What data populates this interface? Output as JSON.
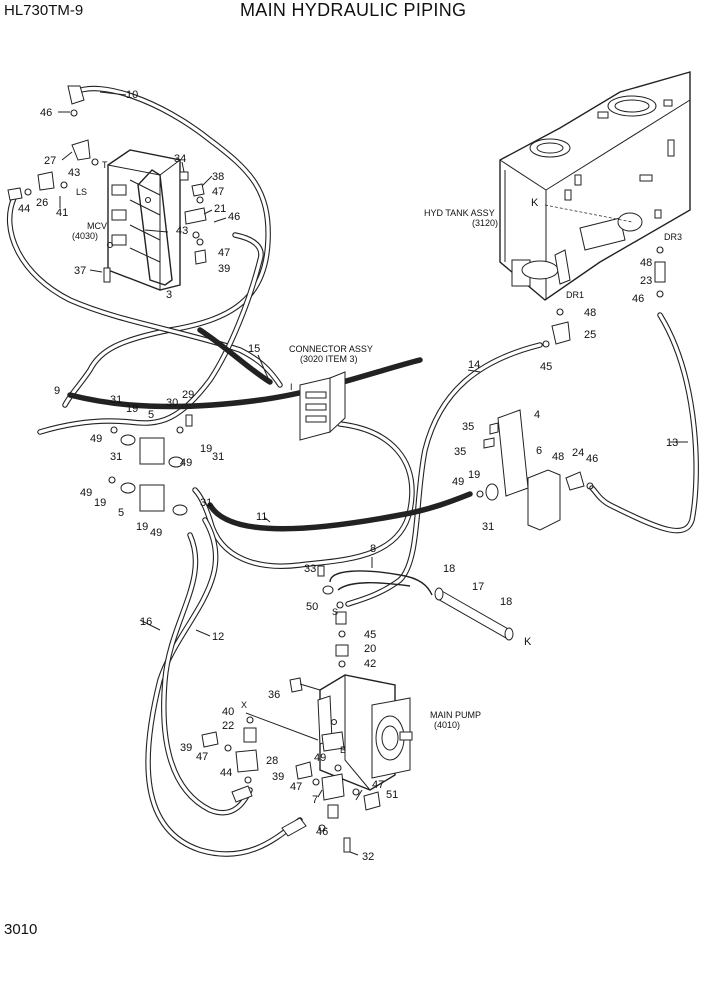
{
  "header": {
    "model": "HL730TM-9",
    "title": "MAIN HYDRAULIC PIPING"
  },
  "footer": {
    "page_number": "3010"
  },
  "assemblies": {
    "hyd_tank_name": "HYD TANK ASSY",
    "hyd_tank_code": "(3120)",
    "connector_name": "CONNECTOR ASSY",
    "connector_code": "(3020 ITEM 3)",
    "mcv_name": "MCV",
    "mcv_code": "(4030)",
    "pump_name": "MAIN PUMP",
    "pump_code": "(4010)"
  },
  "markers": {
    "k_tank": "K",
    "k_pipe": "K",
    "dr1": "DR1",
    "dr3": "DR3",
    "port_i": "I",
    "port_t": "T",
    "port_ls": "LS",
    "port_s": "S",
    "port_b": "B",
    "port_x": "X"
  },
  "part_labels": [
    {
      "id": "p10",
      "text": "10"
    },
    {
      "id": "p46a",
      "text": "46"
    },
    {
      "id": "p34",
      "text": "34"
    },
    {
      "id": "p38",
      "text": "38"
    },
    {
      "id": "p47a",
      "text": "47"
    },
    {
      "id": "p27",
      "text": "27"
    },
    {
      "id": "p43a",
      "text": "43"
    },
    {
      "id": "p21",
      "text": "21"
    },
    {
      "id": "p46b",
      "text": "46"
    },
    {
      "id": "p26",
      "text": "26"
    },
    {
      "id": "p44a",
      "text": "44"
    },
    {
      "id": "p41",
      "text": "41"
    },
    {
      "id": "p43b",
      "text": "43"
    },
    {
      "id": "p47b",
      "text": "47"
    },
    {
      "id": "p39a",
      "text": "39"
    },
    {
      "id": "p37",
      "text": "37"
    },
    {
      "id": "p3",
      "text": "3"
    },
    {
      "id": "p15",
      "text": "15"
    },
    {
      "id": "p48a",
      "text": "48"
    },
    {
      "id": "p23",
      "text": "23"
    },
    {
      "id": "p46c",
      "text": "46"
    },
    {
      "id": "p48b",
      "text": "48"
    },
    {
      "id": "p25",
      "text": "25"
    },
    {
      "id": "p45a",
      "text": "45"
    },
    {
      "id": "p14",
      "text": "14"
    },
    {
      "id": "p9",
      "text": "9"
    },
    {
      "id": "p31a",
      "text": "31"
    },
    {
      "id": "p19a",
      "text": "19"
    },
    {
      "id": "p29",
      "text": "29"
    },
    {
      "id": "p30",
      "text": "30"
    },
    {
      "id": "p5a",
      "text": "5"
    },
    {
      "id": "p49a",
      "text": "49"
    },
    {
      "id": "p19b",
      "text": "19"
    },
    {
      "id": "p31b",
      "text": "31"
    },
    {
      "id": "p31c",
      "text": "31"
    },
    {
      "id": "p49b",
      "text": "49"
    },
    {
      "id": "p19c",
      "text": "19"
    },
    {
      "id": "p5b",
      "text": "5"
    },
    {
      "id": "p31d",
      "text": "31"
    },
    {
      "id": "p19d",
      "text": "19"
    },
    {
      "id": "p49c",
      "text": "49"
    },
    {
      "id": "p49d",
      "text": "49"
    },
    {
      "id": "p4",
      "text": "4"
    },
    {
      "id": "p35a",
      "text": "35"
    },
    {
      "id": "p35b",
      "text": "35"
    },
    {
      "id": "p13",
      "text": "13"
    },
    {
      "id": "p6",
      "text": "6"
    },
    {
      "id": "p48c",
      "text": "48"
    },
    {
      "id": "p24",
      "text": "24"
    },
    {
      "id": "p46d",
      "text": "46"
    },
    {
      "id": "p19e",
      "text": "19"
    },
    {
      "id": "p49e",
      "text": "49"
    },
    {
      "id": "p31e",
      "text": "31"
    },
    {
      "id": "p11",
      "text": "11"
    },
    {
      "id": "p8",
      "text": "8"
    },
    {
      "id": "p33",
      "text": "33"
    },
    {
      "id": "p18a",
      "text": "18"
    },
    {
      "id": "p17",
      "text": "17"
    },
    {
      "id": "p18b",
      "text": "18"
    },
    {
      "id": "p50",
      "text": "50"
    },
    {
      "id": "p16",
      "text": "16"
    },
    {
      "id": "p12",
      "text": "12"
    },
    {
      "id": "p45b",
      "text": "45"
    },
    {
      "id": "p20",
      "text": "20"
    },
    {
      "id": "p42",
      "text": "42"
    },
    {
      "id": "p36",
      "text": "36"
    },
    {
      "id": "p40",
      "text": "40"
    },
    {
      "id": "p22",
      "text": "22"
    },
    {
      "id": "p39b",
      "text": "39"
    },
    {
      "id": "p47c",
      "text": "47"
    },
    {
      "id": "p28",
      "text": "28"
    },
    {
      "id": "p44b",
      "text": "44"
    },
    {
      "id": "p49f",
      "text": "49"
    },
    {
      "id": "p39c",
      "text": "39"
    },
    {
      "id": "p47d",
      "text": "47"
    },
    {
      "id": "p7",
      "text": "7"
    },
    {
      "id": "p47e",
      "text": "47"
    },
    {
      "id": "p51",
      "text": "51"
    },
    {
      "id": "p46e",
      "text": "46"
    },
    {
      "id": "p32",
      "text": "32"
    }
  ]
}
